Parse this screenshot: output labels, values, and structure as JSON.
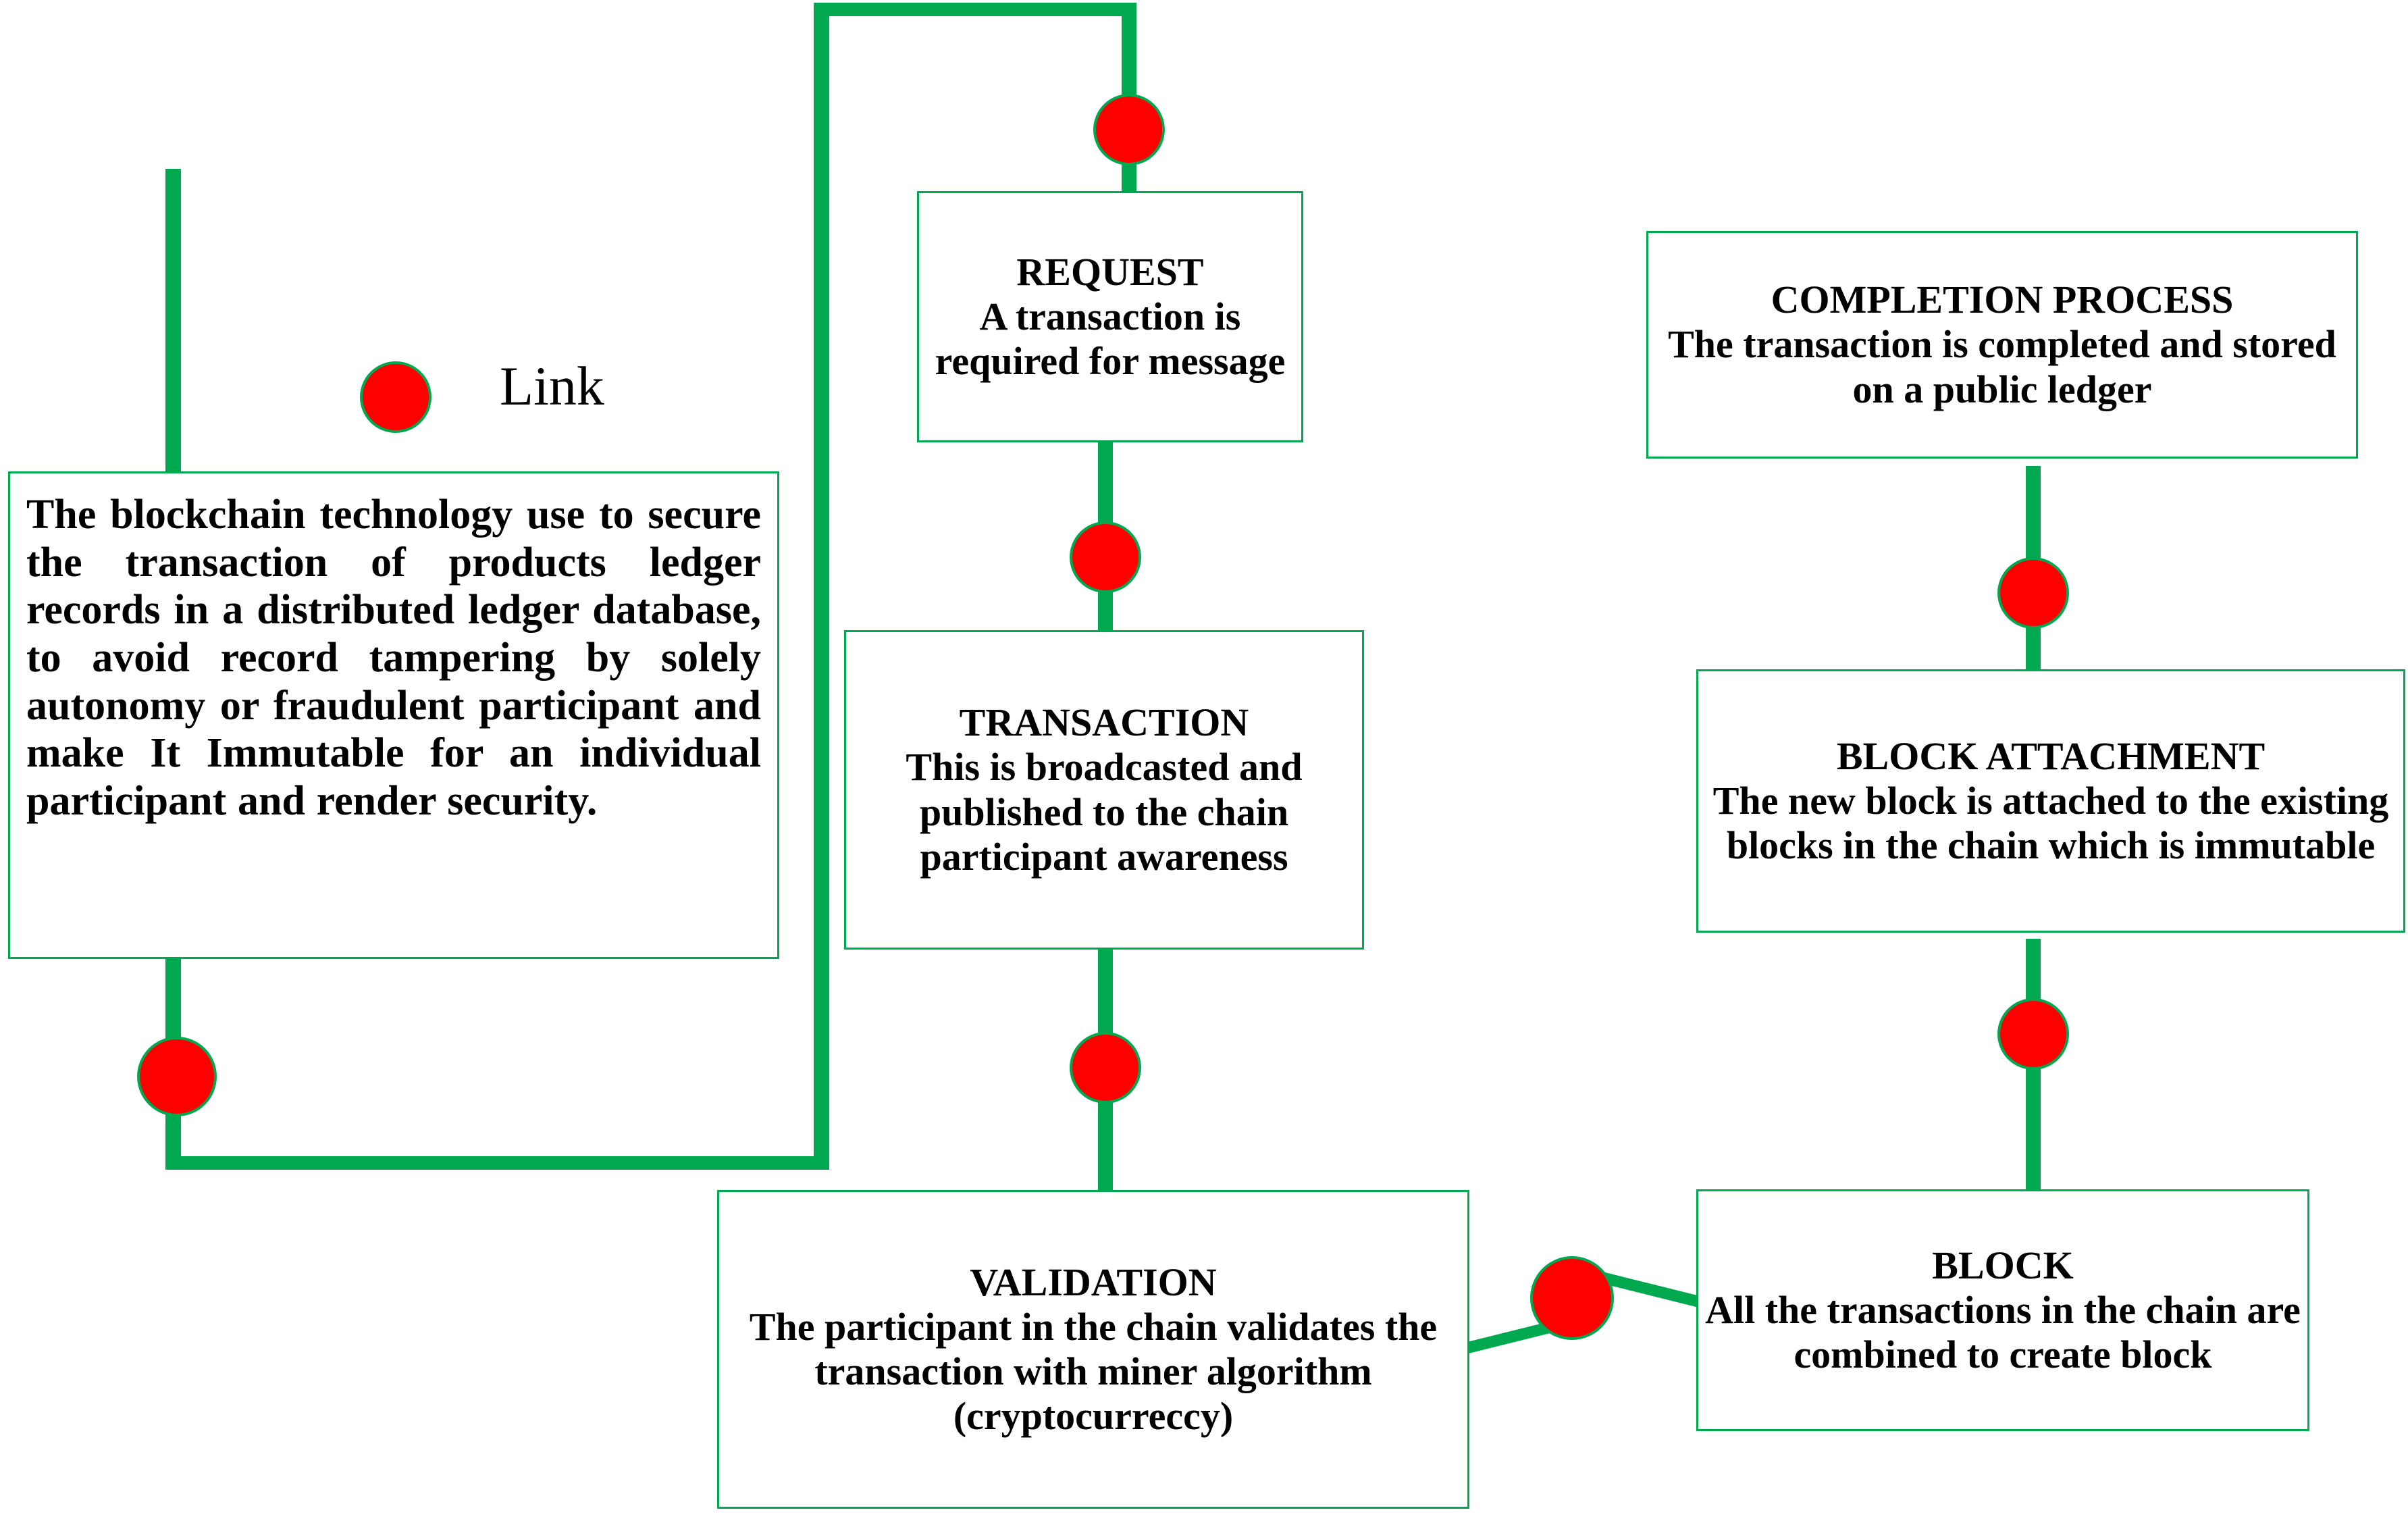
{
  "diagram": {
    "title_node_label": "Link",
    "colors": {
      "connector_green": "#00A94F",
      "node_red": "#FF0000",
      "box_border": "#00A94F",
      "text": "#000000",
      "background": "#FFFFFF"
    },
    "nodes": [
      {
        "id": "link-description",
        "title": "",
        "body": "The blockchain technology use to secure the transaction of products ledger records in a distributed ledger database, to avoid record tampering by solely autonomy or fraudulent participant and make It Immutable for an individual participant and render security."
      },
      {
        "id": "request",
        "title": "REQUEST",
        "body": "A transaction is required for message"
      },
      {
        "id": "transaction",
        "title": "TRANSACTION",
        "body": "This is broadcasted and published to the chain participant awareness"
      },
      {
        "id": "validation",
        "title": "VALIDATION",
        "body": "The participant in the chain validates the transaction with miner algorithm (cryptocurreccy)"
      },
      {
        "id": "block",
        "title": "BLOCK",
        "body": "All the transactions in the chain are combined to create block"
      },
      {
        "id": "block-attachment",
        "title": "BLOCK ATTACHMENT",
        "body": "The new block is attached to the existing blocks in the chain which is immutable"
      },
      {
        "id": "completion-process",
        "title": "COMPLETION PROCESS",
        "body": "The transaction is completed and stored on a public ledger"
      }
    ],
    "link_nodes": [
      {
        "id": "dot-link-top",
        "name": "link-node-dot"
      },
      {
        "id": "dot-link-bottom",
        "name": "link-exit-node-dot"
      },
      {
        "id": "dot-request-top",
        "name": "request-entry-node-dot"
      },
      {
        "id": "dot-request-transaction",
        "name": "request-to-transaction-node-dot"
      },
      {
        "id": "dot-transaction-validation",
        "name": "transaction-to-validation-node-dot"
      },
      {
        "id": "dot-validation-block",
        "name": "validation-to-block-node-dot"
      },
      {
        "id": "dot-block-attachment",
        "name": "block-to-attachment-node-dot"
      },
      {
        "id": "dot-attachment-completion",
        "name": "attachment-to-completion-node-dot"
      }
    ]
  }
}
